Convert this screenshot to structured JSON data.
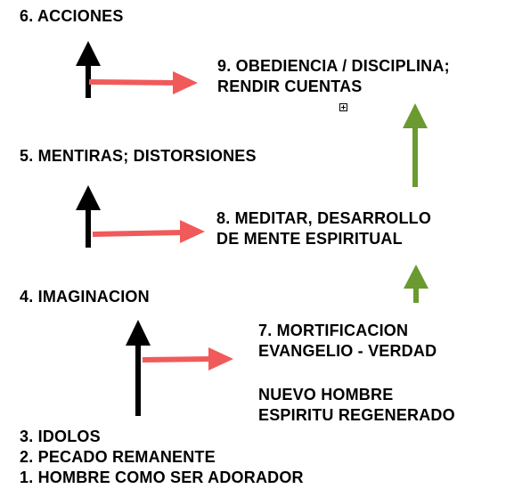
{
  "labels": {
    "acciones": "6. ACCIONES",
    "obediencia_line1": "9. OBEDIENCIA / DISCIPLINA;",
    "obediencia_line2": "RENDIR CUENTAS",
    "mentiras": "5. MENTIRAS; DISTORSIONES",
    "meditar_line1": "8. MEDITAR, DESARROLLO",
    "meditar_line2": "DE MENTE ESPIRITUAL",
    "imaginacion": "4. IMAGINACION",
    "mortificacion_line1": "7. MORTIFICACION",
    "mortificacion_line2": "EVANGELIO - VERDAD",
    "nuevo_line1": "NUEVO HOMBRE",
    "nuevo_line2": "ESPIRITU REGENERADO",
    "idolos": "3. IDOLOS",
    "pecado": "2. PECADO REMANENTE",
    "hombre": "1. HOMBRE COMO SER ADORADOR"
  },
  "colors": {
    "up_arrow": "#000000",
    "right_arrow": "#f15a5a",
    "growth_arrow": "#6a9a30"
  }
}
